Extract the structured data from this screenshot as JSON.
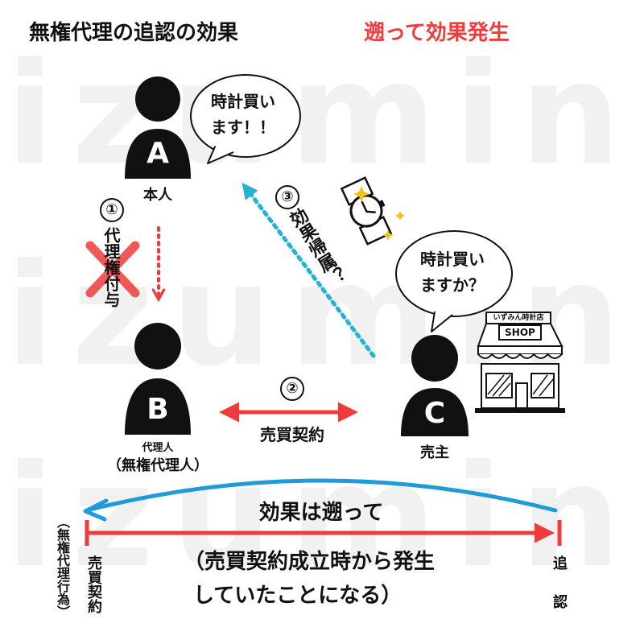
{
  "header": {
    "title": "無権代理の追認の効果",
    "subtitle": "遡って効果発生"
  },
  "watermark": "izumin",
  "persons": {
    "a": {
      "letter": "A",
      "caption": "本人"
    },
    "b": {
      "letter": "B",
      "caption": "代理人",
      "note": "（無権代理人）"
    },
    "c": {
      "letter": "C",
      "caption": "売主"
    }
  },
  "bubbles": {
    "a_line1": "時計買い",
    "a_line2": "ます！！",
    "c_line1": "時計買い",
    "c_line2": "ますか？"
  },
  "steps": {
    "one": {
      "num": "①",
      "label": "代理権付与"
    },
    "two": {
      "num": "②",
      "label": "売買契約"
    },
    "three": {
      "num": "③",
      "label": "効果帰属？"
    }
  },
  "shop": {
    "name": "いずみん時計店",
    "sign": "SHOP"
  },
  "timeline": {
    "arc_label": "効果は遡って",
    "start_label_paren": "（無権代理行為）",
    "start_label": "売買契約",
    "end_label": "追認",
    "result_line1": "（売買契約成立時から発生",
    "result_line2": "していたことになる）"
  },
  "colors": {
    "accent_red": "#ef3b3b",
    "accent_blue": "#1f9bd6",
    "dotted_blue": "#22b3d6",
    "person": "#111111"
  },
  "icons": [
    "person-icon",
    "speech-bubble-icon",
    "watch-icon",
    "shop-icon",
    "x-mark-icon"
  ]
}
